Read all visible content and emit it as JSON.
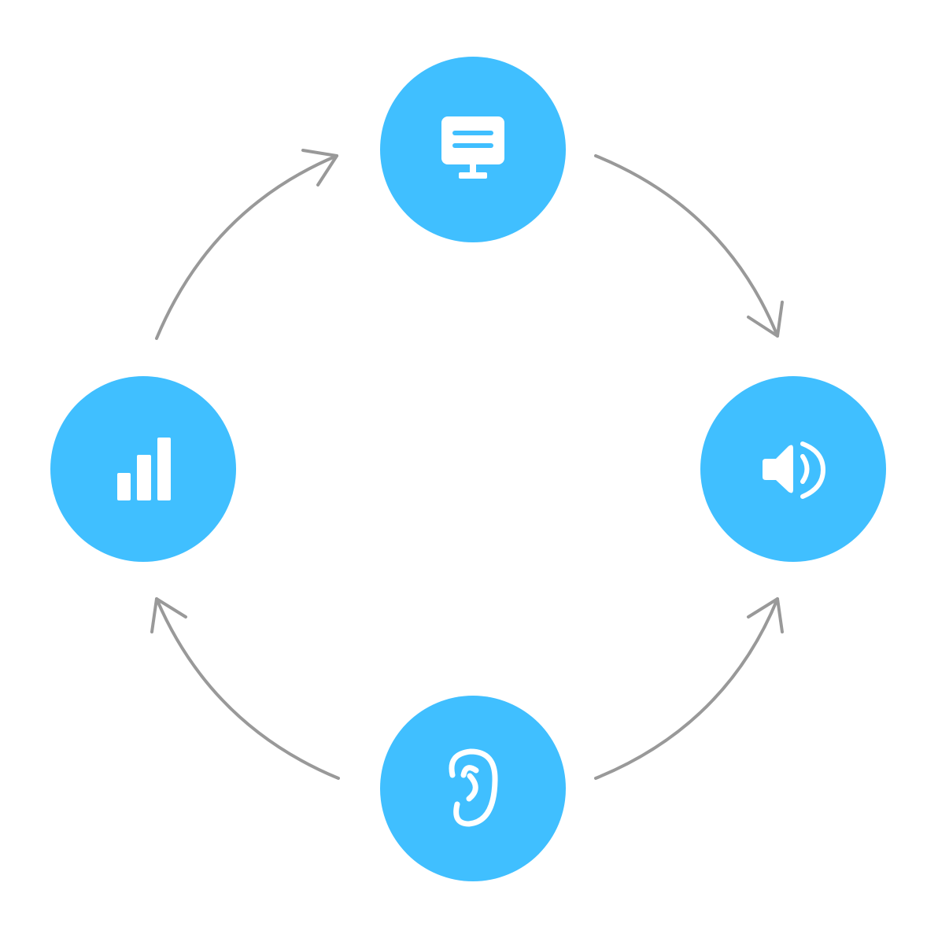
{
  "diagram": {
    "type": "cycle",
    "nodes": [
      {
        "id": "top",
        "icon": "monitor-icon"
      },
      {
        "id": "right",
        "icon": "speaker-icon"
      },
      {
        "id": "bottom",
        "icon": "ear-icon"
      },
      {
        "id": "left",
        "icon": "bar-chart-icon"
      }
    ],
    "arrows": [
      {
        "from": "left",
        "to": "top"
      },
      {
        "from": "top",
        "to": "right"
      },
      {
        "from": "bottom",
        "to": "right"
      },
      {
        "from": "bottom",
        "to": "left"
      }
    ]
  },
  "colors": {
    "node": "#40BFFF",
    "icon": "#FFFFFF",
    "arrow": "#999999",
    "background": "#FFFFFF"
  }
}
